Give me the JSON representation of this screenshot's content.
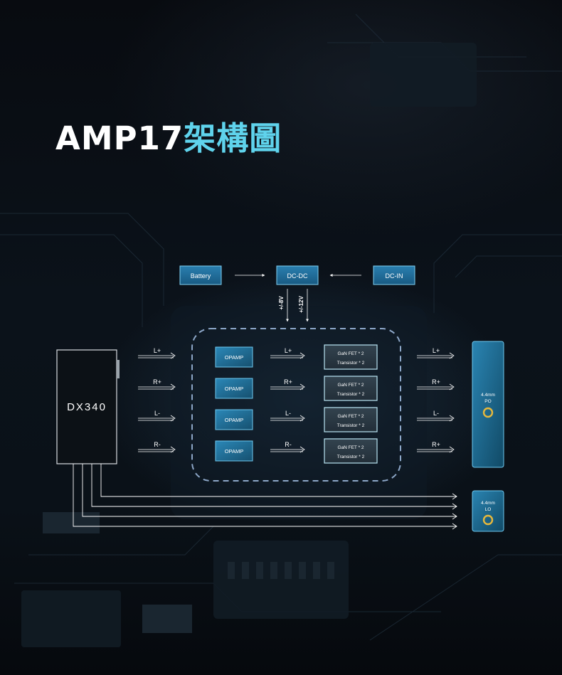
{
  "title": {
    "prefix": "AMP17",
    "suffix": "架構圖"
  },
  "colors": {
    "accent": "#5fd3ec",
    "line": "#ffffff",
    "box_blue": "#1f6f9a",
    "box_border": "#6ec9f0",
    "gan_fill": "#2a3742",
    "gan_border": "#b9e4f2",
    "dashed_border": "#8da7c8"
  },
  "power": {
    "battery": "Battery",
    "dcdc": "DC-DC",
    "dcin": "DC-IN",
    "rail_8v": "+/-8V",
    "rail_12v": "+/-12V"
  },
  "device": {
    "name": "DX340"
  },
  "input_channels": [
    "L+",
    "R+",
    "L-",
    "R-"
  ],
  "opamp_label": "OPAMP",
  "mid_channels": [
    "L+",
    "R+",
    "L-",
    "R-"
  ],
  "gan_stages": [
    {
      "line1": "GaN FET * 2",
      "line2": "Transistor * 2"
    },
    {
      "line1": "GaN FET * 2",
      "line2": "Transistor * 2"
    },
    {
      "line1": "GaN FET * 2",
      "line2": "Transistor * 2"
    },
    {
      "line1": "GaN FET * 2",
      "line2": "Transistor * 2"
    }
  ],
  "output_channels": [
    "L+",
    "R+",
    "L-",
    "R+"
  ],
  "outputs": {
    "po": {
      "line1": "4.4mm",
      "line2": "PO"
    },
    "lo": {
      "line1": "4.4mm",
      "line2": "LO"
    }
  }
}
